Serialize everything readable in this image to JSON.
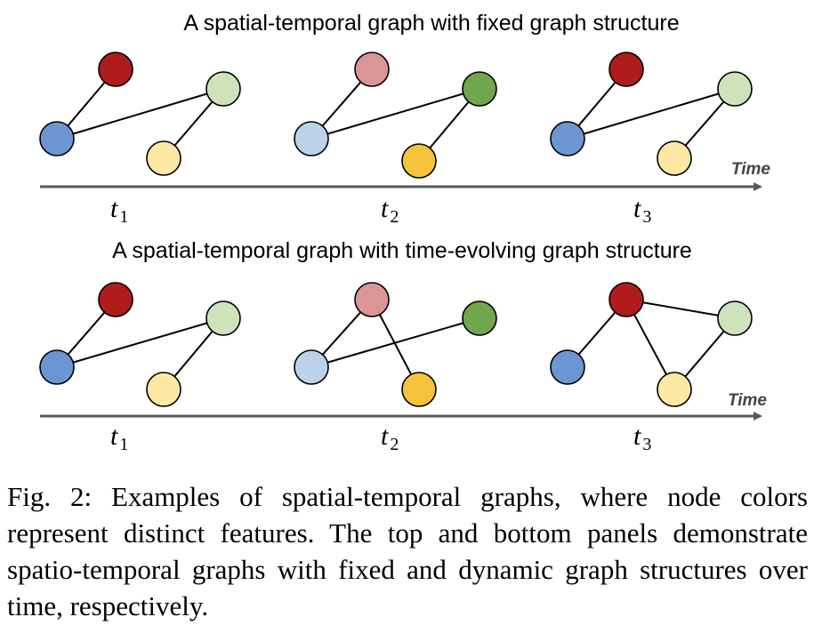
{
  "colors": {
    "dark_red": "#b01c1c",
    "light_red": "#da9595",
    "dark_green": "#70a64e",
    "light_green": "#cde3b9",
    "dark_blue": "#6b96d1",
    "light_blue": "#bcd2eb",
    "dark_yellow": "#f5c23c",
    "light_yellow": "#fde8a4",
    "axis": "#595959"
  },
  "panels": [
    {
      "title": "A spatial-temporal graph with fixed graph structure",
      "axis_label": "Time",
      "steps": [
        {
          "label": "t",
          "sub": "1",
          "nodes": {
            "red": "dark_red",
            "green": "light_green",
            "blue": "dark_blue",
            "yellow": "light_yellow"
          },
          "edges": [
            [
              "red",
              "blue"
            ],
            [
              "blue",
              "green"
            ],
            [
              "green",
              "yellow"
            ]
          ]
        },
        {
          "label": "t",
          "sub": "2",
          "nodes": {
            "red": "light_red",
            "green": "dark_green",
            "blue": "light_blue",
            "yellow": "dark_yellow"
          },
          "edges": [
            [
              "red",
              "blue"
            ],
            [
              "blue",
              "green"
            ],
            [
              "green",
              "yellow"
            ]
          ]
        },
        {
          "label": "t",
          "sub": "3",
          "nodes": {
            "red": "dark_red",
            "green": "light_green",
            "blue": "dark_blue",
            "yellow": "light_yellow"
          },
          "edges": [
            [
              "red",
              "blue"
            ],
            [
              "blue",
              "green"
            ],
            [
              "green",
              "yellow"
            ]
          ]
        }
      ]
    },
    {
      "title": "A spatial-temporal graph with time-evolving graph structure",
      "axis_label": "Time",
      "steps": [
        {
          "label": "t",
          "sub": "1",
          "nodes": {
            "red": "dark_red",
            "green": "light_green",
            "blue": "dark_blue",
            "yellow": "light_yellow"
          },
          "edges": [
            [
              "red",
              "blue"
            ],
            [
              "blue",
              "green"
            ],
            [
              "green",
              "yellow"
            ]
          ]
        },
        {
          "label": "t",
          "sub": "2",
          "nodes": {
            "red": "light_red",
            "green": "dark_green",
            "blue": "light_blue",
            "yellow": "dark_yellow"
          },
          "edges": [
            [
              "red",
              "blue"
            ],
            [
              "blue",
              "green"
            ],
            [
              "red",
              "yellow"
            ]
          ]
        },
        {
          "label": "t",
          "sub": "3",
          "nodes": {
            "red": "dark_red",
            "green": "light_green",
            "blue": "dark_blue",
            "yellow": "light_yellow"
          },
          "edges": [
            [
              "red",
              "blue"
            ],
            [
              "red",
              "green"
            ],
            [
              "red",
              "yellow"
            ],
            [
              "green",
              "yellow"
            ]
          ]
        }
      ]
    }
  ],
  "caption": "Fig. 2: Examples of spatial-temporal graphs, where node colors represent distinct features. The top and bottom panels demonstrate spatio-temporal graphs with fixed and dynamic graph structures over time, respectively."
}
